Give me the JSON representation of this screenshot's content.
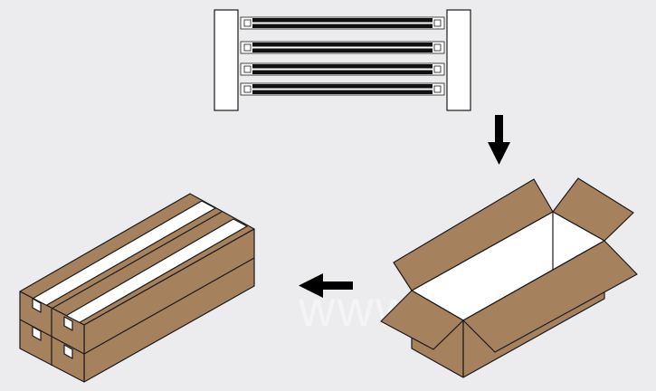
{
  "diagram": {
    "steps": [
      {
        "id": "tubes",
        "label": ""
      },
      {
        "id": "open-box",
        "label": ""
      },
      {
        "id": "stacked-boxes",
        "label": ""
      }
    ],
    "watermark": "www.        ec",
    "colors": {
      "background": "#ececef",
      "cardboard": "#a6815e",
      "outline": "#1a1a1a",
      "tube": "#111111",
      "tape": "#ffffff",
      "arrow": "#000000"
    }
  }
}
